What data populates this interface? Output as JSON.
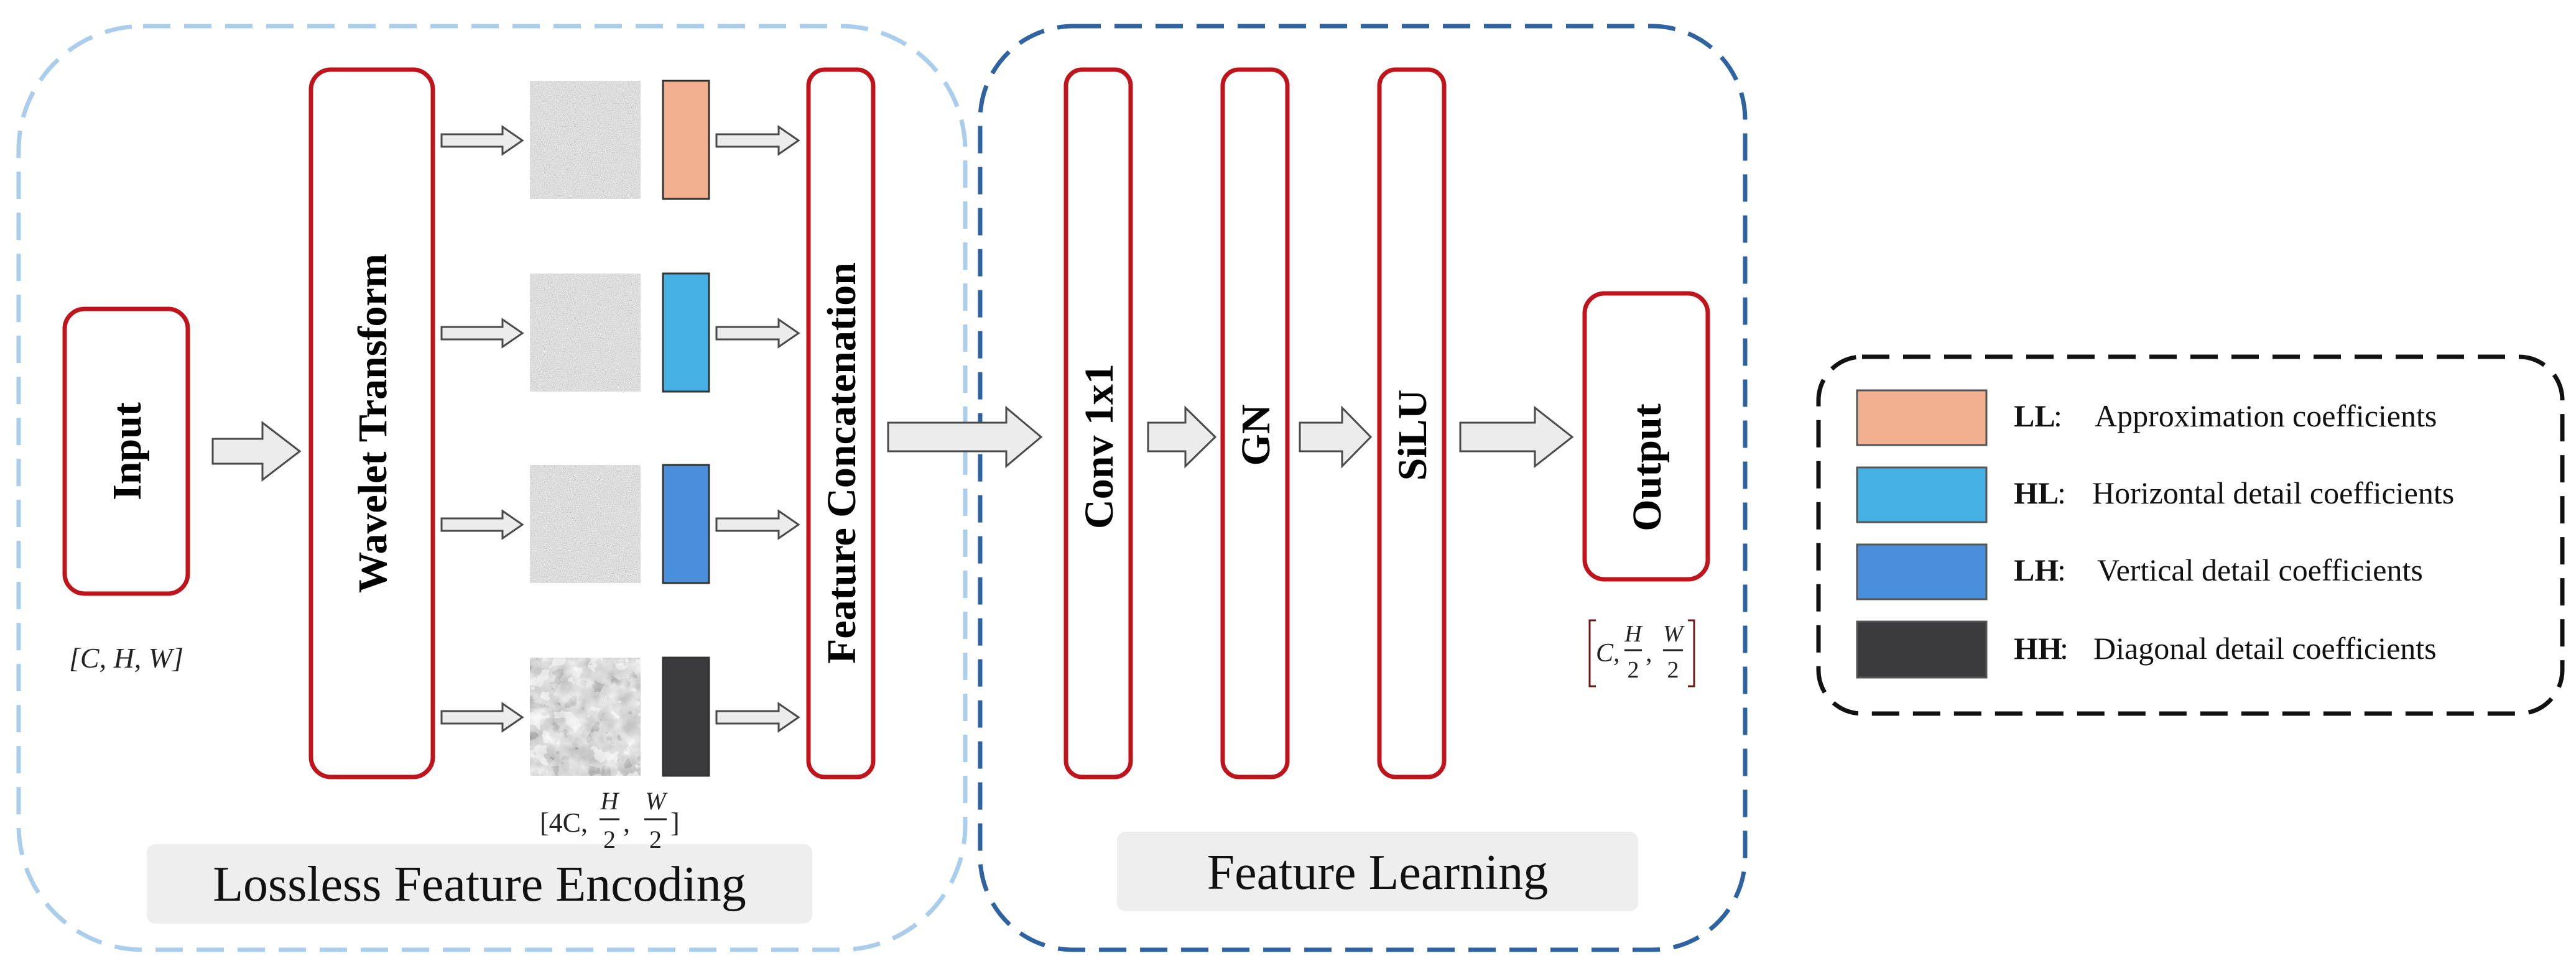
{
  "colors": {
    "encoding_border": "#a9cdea",
    "learning_border": "#2e62a0",
    "block_border": "#c0141c",
    "arrow_fill": "#ececec",
    "arrow_stroke": "#4a4a4a",
    "section_label_bg": "#eeeeee",
    "ll": "#f2b08e",
    "hl": "#45b0e4",
    "lh": "#4a8fda",
    "hh": "#3b3b3d"
  },
  "encoding": {
    "title": "Lossless Feature Encoding",
    "input_label": "Input",
    "input_shape": "[C, H, W]",
    "wavelet_label": "Wavelet Transform",
    "concat_label": "Feature Concatenation",
    "subband_shape": {
      "prefix": "[4C,",
      "h": "H",
      "w": "W",
      "den": "2",
      "close": "]"
    }
  },
  "learning": {
    "title": "Feature Learning",
    "conv_label": "Conv 1x1",
    "gn_label": "GN",
    "silu_label": "SiLU",
    "output_label": "Output",
    "output_shape": {
      "c": "C,",
      "h": "H",
      "w": "W",
      "den": "2"
    }
  },
  "legend": {
    "items": [
      {
        "code": "LL",
        "text": "Approximation coefficients",
        "color": "#f2b08e"
      },
      {
        "code": "HL",
        "text": "Horizontal detail coefficients",
        "color": "#45b0e4"
      },
      {
        "code": "LH",
        "text": "Vertical detail coefficients",
        "color": "#4a8fda"
      },
      {
        "code": "HH",
        "text": "Diagonal detail coefficients",
        "color": "#3b3b3d"
      }
    ]
  }
}
